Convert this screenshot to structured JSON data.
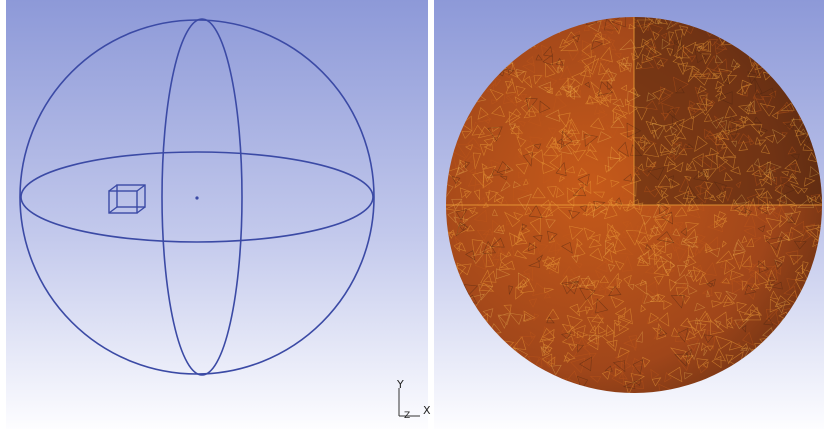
{
  "axis_triad": {
    "y": "Y",
    "z": "Z",
    "x": "X"
  },
  "colors": {
    "background_top": "#8d99d8",
    "background_bottom": "#fdfdff",
    "wireframe": "#3b4aa5",
    "mesh_dark": "#4a2410",
    "mesh_mid": "#c65a1a",
    "mesh_light": "#f0a23a",
    "mesh_highlight": "#ffd566"
  },
  "views": {
    "left": "geometry-wireframe",
    "right": "tetrahedral-mesh-section"
  }
}
